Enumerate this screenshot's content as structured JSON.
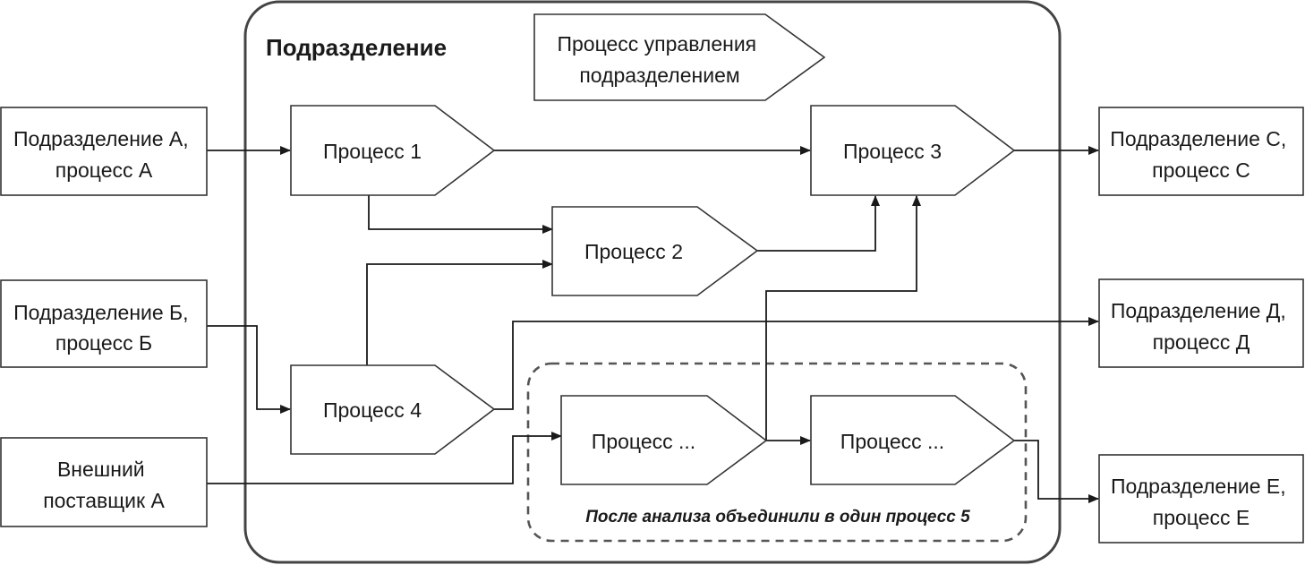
{
  "department": {
    "title": "Подразделение",
    "management_process": [
      "Процесс управления",
      "подразделением"
    ]
  },
  "processes": {
    "p1": "Процесс 1",
    "p2": "Процесс 2",
    "p3": "Процесс 3",
    "p4": "Процесс 4",
    "p5a": "Процесс ...",
    "p5b": "Процесс ..."
  },
  "merge_group": {
    "note": "После анализа объединили в один процесс 5"
  },
  "external": {
    "a": [
      "Подразделение А,",
      "процесс А"
    ],
    "b": [
      "Подразделение Б,",
      "процесс Б"
    ],
    "supplier": [
      "Внешний",
      "поставщик А"
    ],
    "c": [
      "Подразделение С,",
      "процесс С"
    ],
    "d": [
      "Подразделение Д,",
      "процесс Д"
    ],
    "e": [
      "Подразделение Е,",
      "процесс Е"
    ]
  }
}
